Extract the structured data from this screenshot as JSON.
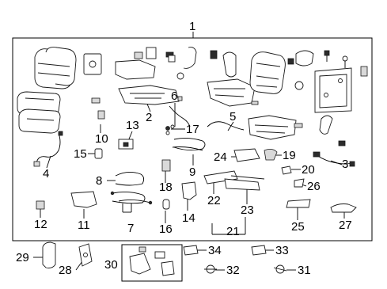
{
  "diagram": {
    "callouts": [
      {
        "id": "c1",
        "text": "1"
      },
      {
        "id": "c2",
        "text": "2"
      },
      {
        "id": "c3",
        "text": "3"
      },
      {
        "id": "c4",
        "text": "4"
      },
      {
        "id": "c5",
        "text": "5"
      },
      {
        "id": "c6",
        "text": "6"
      },
      {
        "id": "c7",
        "text": "7"
      },
      {
        "id": "c8",
        "text": "8"
      },
      {
        "id": "c9",
        "text": "9"
      },
      {
        "id": "c10",
        "text": "10"
      },
      {
        "id": "c11",
        "text": "11"
      },
      {
        "id": "c12",
        "text": "12"
      },
      {
        "id": "c13",
        "text": "13"
      },
      {
        "id": "c14",
        "text": "14"
      },
      {
        "id": "c15",
        "text": "15"
      },
      {
        "id": "c16",
        "text": "16"
      },
      {
        "id": "c17",
        "text": "17"
      },
      {
        "id": "c18",
        "text": "18"
      },
      {
        "id": "c19",
        "text": "19"
      },
      {
        "id": "c20",
        "text": "20"
      },
      {
        "id": "c21",
        "text": "21"
      },
      {
        "id": "c22",
        "text": "22"
      },
      {
        "id": "c23",
        "text": "23"
      },
      {
        "id": "c24",
        "text": "24"
      },
      {
        "id": "c25",
        "text": "25"
      },
      {
        "id": "c26",
        "text": "26"
      },
      {
        "id": "c27",
        "text": "27"
      },
      {
        "id": "c28",
        "text": "28"
      },
      {
        "id": "c29",
        "text": "29"
      },
      {
        "id": "c30",
        "text": "30"
      },
      {
        "id": "c31",
        "text": "31"
      },
      {
        "id": "c32",
        "text": "32"
      },
      {
        "id": "c33",
        "text": "33"
      },
      {
        "id": "c34",
        "text": "34"
      }
    ]
  }
}
